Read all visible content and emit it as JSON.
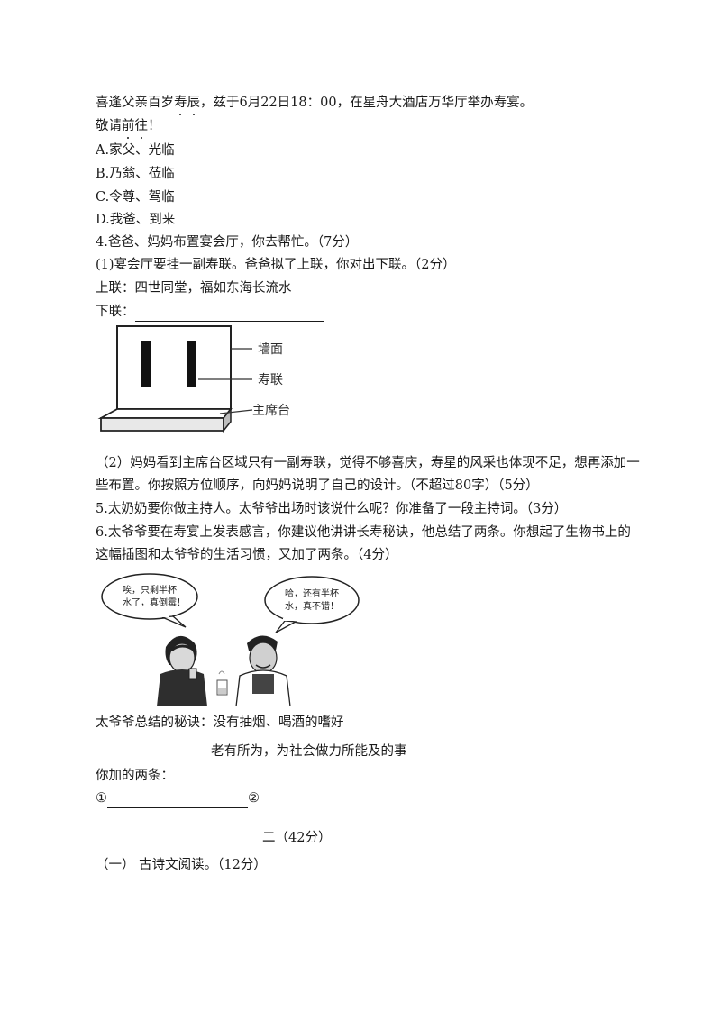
{
  "intro": {
    "line1_a": "喜逢父亲百岁",
    "line1_dot1": "寿",
    "line1_dot2": "辰",
    "line1_b": "，兹于6月22日18：00，在星舟大酒店万华厅举办寿宴。",
    "line2_a": "敬请",
    "line2_dot1": "前",
    "line2_dot2": "往",
    "line2_b": "！"
  },
  "options": [
    "A.家父、光临",
    "B.乃翁、莅临",
    "C.令尊、驾临",
    "D.我爸、到来"
  ],
  "q4": {
    "title": "4.爸爸、妈妈布置宴会厅，你去帮忙。（7分）",
    "sub1": "(1)宴会厅要挂一副寿联。爸爸拟了上联，你对出下联。（2分）",
    "upper": "上联：四世同堂，福如东海长流水",
    "lower_label": "下联：",
    "figure": {
      "label_wall": "墙面",
      "label_couplet": "寿联",
      "label_stage": "主席台"
    },
    "sub2_line1": "（2）妈妈看到主席台区域只有一副寿联，觉得不够喜庆，寿星的风采也体现不足，想再添加一",
    "sub2_line2": "些布置。你按照方位顺序，向妈妈说明了自己的设计。（不超过80字）（5分）"
  },
  "q5": "5.太奶奶要你做主持人。太爷爷出场时该说什么呢？你准备了一段主持词。（3分）",
  "q6": {
    "line1": "6.太爷爷要在寿宴上发表感言，你建议他讲讲长寿秘诀，他总结了两条。你想起了生物书上的",
    "line2": "这幅插图和太爷爷的生活习惯，又加了两条。（4分）",
    "cartoon": {
      "left_bubble_1": "唉，只剩半杯",
      "left_bubble_2": "水了，真倒霉！",
      "right_bubble_1": "哈，还有半杯",
      "right_bubble_2": "水，真不错！"
    },
    "secret1": "太爷爷总结的秘诀：没有抽烟、喝酒的嗜好",
    "secret2": "老有所为，为社会做力所能及的事",
    "added_label": "你加的两条：",
    "mark1": "①",
    "mark2": "②"
  },
  "section2": {
    "title": "二（42分）",
    "sub": "（一） 古诗文阅读。（12分）"
  }
}
